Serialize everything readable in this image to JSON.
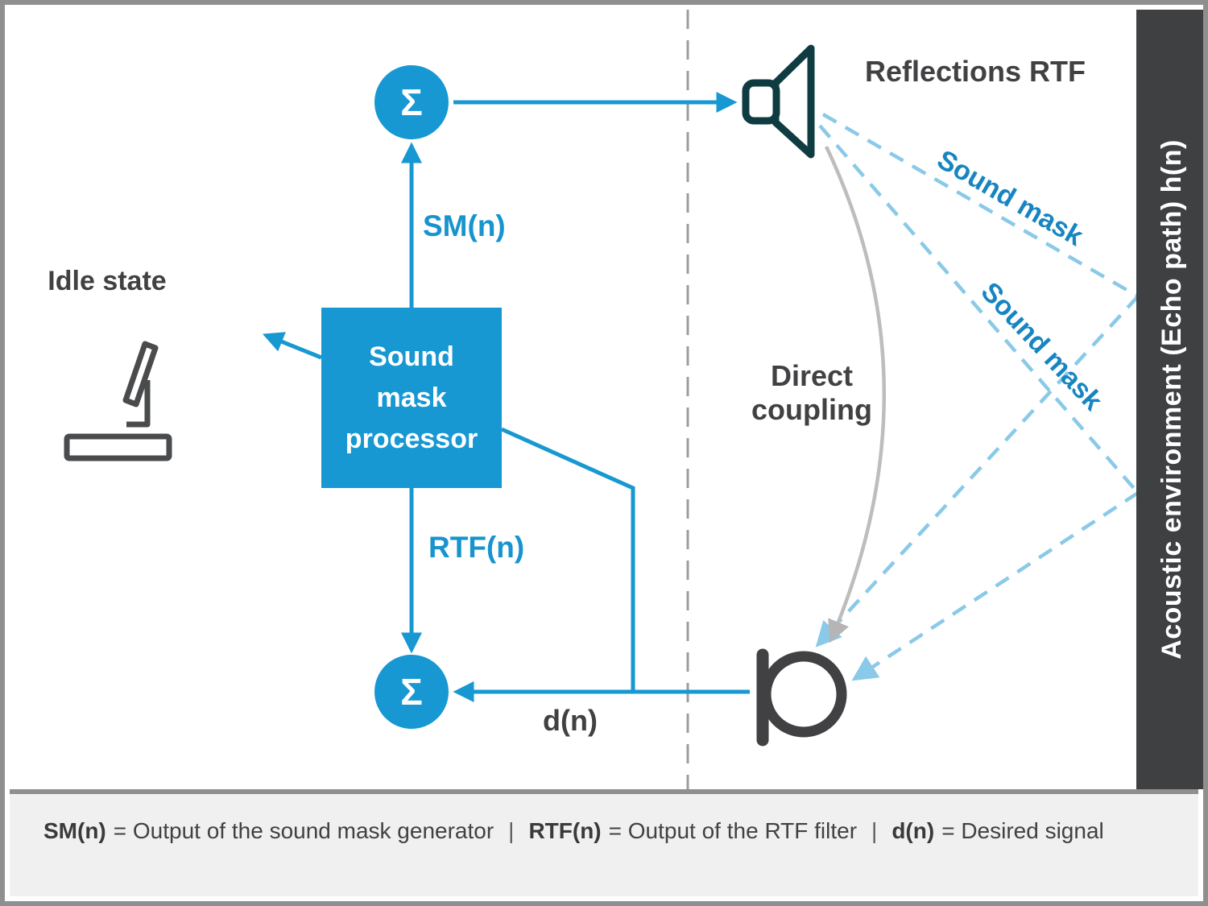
{
  "colors": {
    "accent_blue": "#1798d2",
    "signal_text_blue": "#1794cd",
    "sound_mask_text_blue": "#1685c1",
    "light_blue_dash": "#8ac9e8",
    "speaker_dark_teal": "#0e3c40",
    "dark_gray_text": "#414042",
    "direct_coupling_gray": "#bdbdbd",
    "frame_border_gray": "#8f8f8f",
    "wall_dark_gray": "#3f4042",
    "legend_background": "#f0f0f1"
  },
  "diagram": {
    "idle_state_label": "Idle state",
    "processor_label": "Sound mask processor",
    "sum_symbol": "Σ",
    "signals": {
      "sm": "SM(n)",
      "rtf": "RTF(n)",
      "d": "d(n)"
    },
    "reflections_label": "Reflections RTF",
    "direct_coupling_label": "Direct coupling",
    "sound_mask_label": "Sound mask",
    "wall_label": "Acoustic environment (Echo path) h(n)"
  },
  "icons": {
    "speaker": "horn-speaker-icon",
    "microphone": "microphone-icon",
    "idle_device": "monitor-side-view-icon",
    "sum_node": "summation-circle"
  },
  "legend": {
    "separator": "|",
    "items": [
      {
        "term": "SM(n)",
        "definition": "= Output of the sound mask generator"
      },
      {
        "term": "RTF(n)",
        "definition": "= Output of the RTF filter"
      },
      {
        "term": "d(n)",
        "definition": "= Desired signal"
      }
    ]
  }
}
